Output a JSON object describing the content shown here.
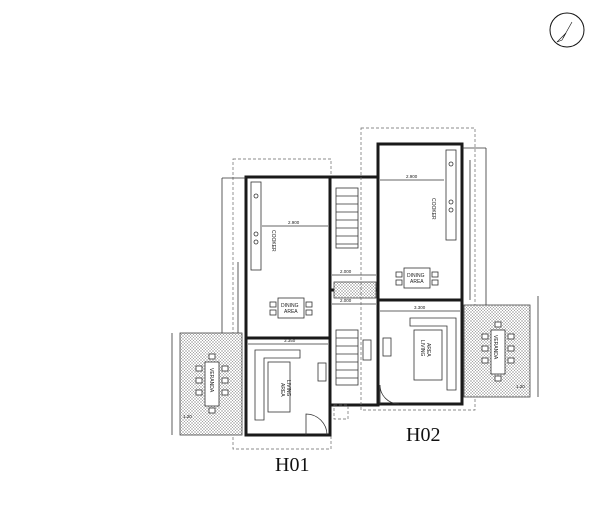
{
  "labels": {
    "h01": "H01",
    "h02": "H02",
    "dining_h01": "DINING",
    "dining_area_h01": "AREA",
    "dining_h02": "DINING",
    "dining_area_h02": "AREA",
    "living_h01": "LIVING",
    "living_area_h01": "AREA",
    "living_h02": "LIVING",
    "living_area_h02": "AREA",
    "veranda_h01": "VERANDA",
    "veranda_h02": "VERANDA",
    "cooker_h01": "COOKER",
    "cooker_h02": "COOKER"
  },
  "dimensions": {
    "h01_kitchen_width": "2.900",
    "h02_kitchen_width": "2.900",
    "h01_living_width": "3.350",
    "h02_living_width": "3.300",
    "stair_width_top": "2.000",
    "stair_width_bottom": "2.000",
    "veranda_h01_width": "1.20",
    "veranda_h02_width": "1.20"
  },
  "icons": {
    "north": "north-arrow-icon"
  }
}
